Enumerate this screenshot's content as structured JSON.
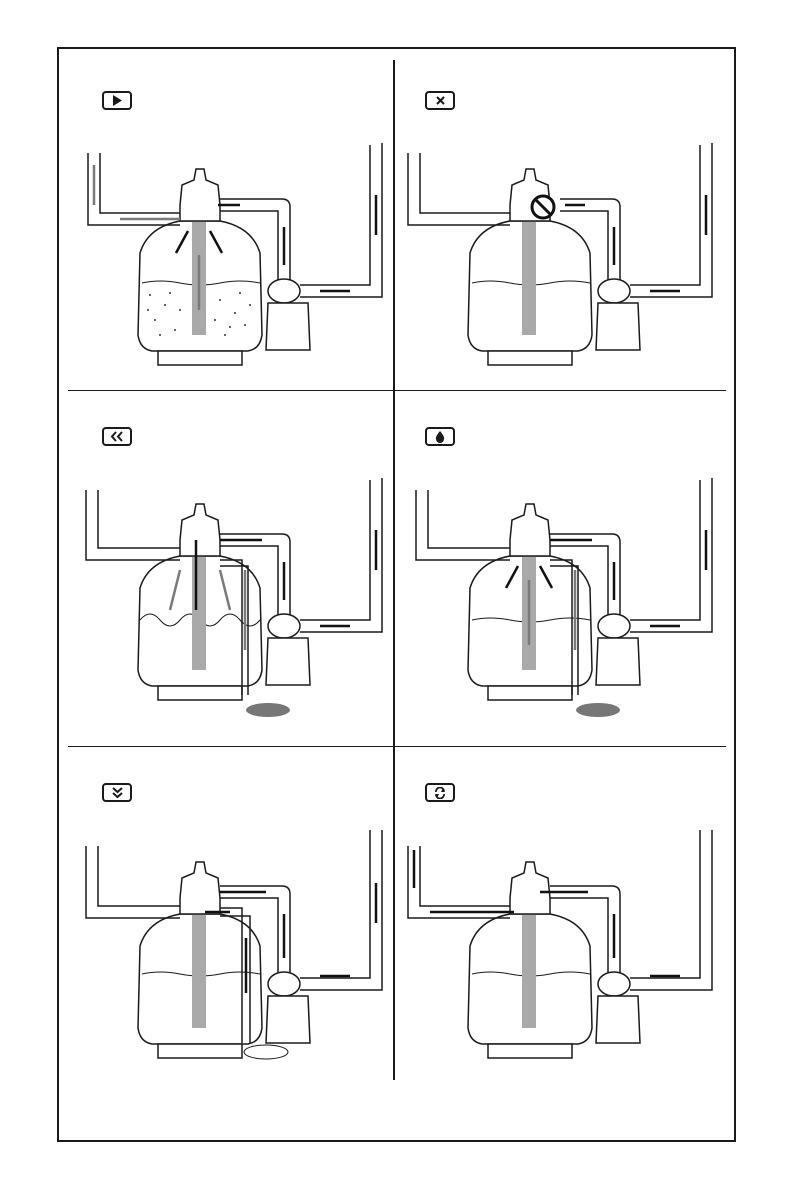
{
  "panels": [
    {
      "id": "filter",
      "icon": "play-icon"
    },
    {
      "id": "closed",
      "icon": "close-x-icon"
    },
    {
      "id": "backwash",
      "icon": "double-chevron-left-icon"
    },
    {
      "id": "rinse",
      "icon": "water-drop-icon"
    },
    {
      "id": "waste",
      "icon": "double-chevron-down-icon"
    },
    {
      "id": "recirculate",
      "icon": "cycle-arrows-icon"
    }
  ],
  "colors": {
    "line": "#1a1a1a",
    "pipe_fill": "#ffffff",
    "standpipe": "#a9a9a9",
    "flow_dark": "#111111",
    "flow_grey": "#7a7a7a",
    "waste_puddle": "#777777",
    "stop_sign": "#111111"
  }
}
